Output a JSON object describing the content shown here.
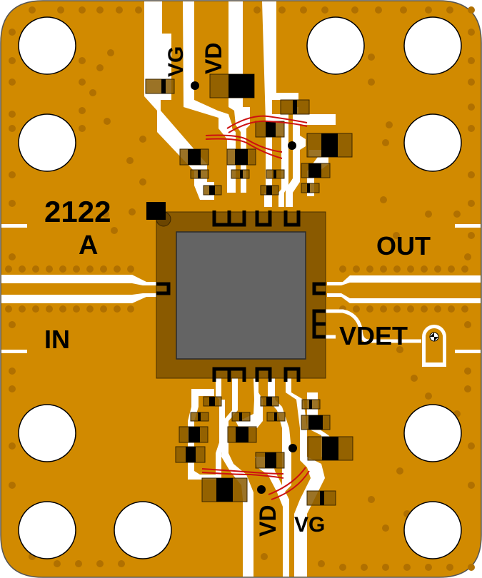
{
  "board": {
    "part_number": "2122",
    "revision": "A",
    "colors": {
      "copper": "#d18a00",
      "via": "#b07000",
      "substrate_gap": "#ffffff",
      "component_body": "#8a5a00",
      "package": "#8a5a00",
      "die": "#646464",
      "bond_wire": "#cc1111",
      "ink": "#000000"
    }
  },
  "labels": {
    "input": "IN",
    "output": "OUT",
    "detector": "VDET",
    "top_gate": "VG",
    "top_drain": "VD",
    "bottom_gate": "VG",
    "bottom_drain": "VD"
  },
  "mounting_holes": [
    {
      "id": "top-left-1"
    },
    {
      "id": "top-left-2"
    },
    {
      "id": "top-right-1"
    },
    {
      "id": "top-right-2"
    },
    {
      "id": "right-upper"
    },
    {
      "id": "left-upper"
    },
    {
      "id": "left-lower"
    },
    {
      "id": "bottom-left-1"
    },
    {
      "id": "bottom-left-2"
    },
    {
      "id": "right-lower"
    },
    {
      "id": "bottom-right"
    }
  ]
}
